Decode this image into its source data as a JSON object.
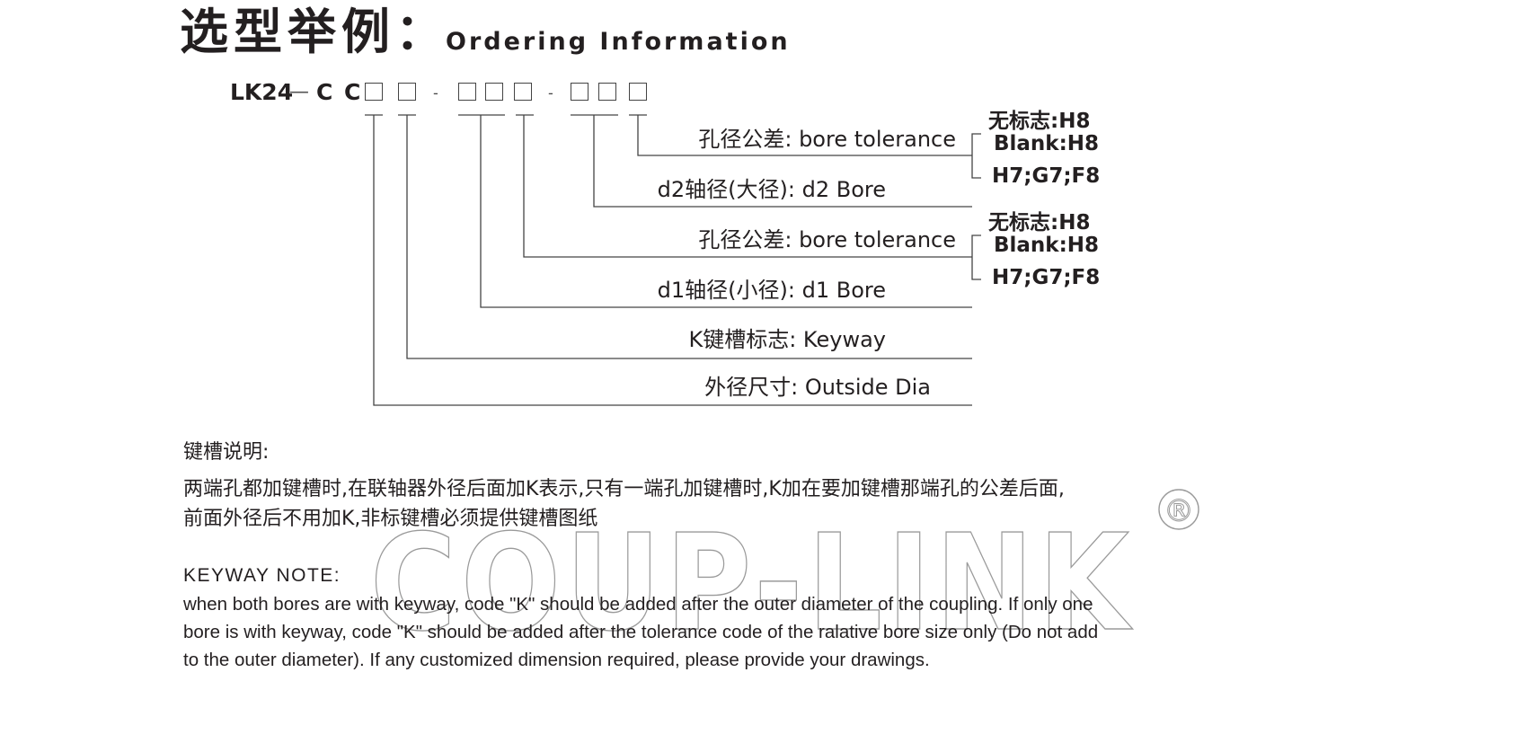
{
  "header": {
    "title_cn": "选型举例：",
    "title_en": "Ordering Information"
  },
  "model_code": {
    "prefix": "LK24",
    "separator_long": "—",
    "series": "C C",
    "separator": "-"
  },
  "fields": [
    {
      "label": "孔径公差: bore tolerance"
    },
    {
      "label": "d2轴径(大径): d2 Bore"
    },
    {
      "label": "孔径公差: bore tolerance"
    },
    {
      "label": "d1轴径(小径): d1 Bore"
    },
    {
      "label": "K键槽标志: Keyway"
    },
    {
      "label": "外径尺寸: Outside Dia"
    }
  ],
  "tolerance_options": {
    "first": [
      "无标志:H8",
      "Blank:H8",
      "H7;G7;F8"
    ],
    "second": [
      "无标志:H8",
      "Blank:H8",
      "H7;G7;F8"
    ]
  },
  "keyway_note_cn": {
    "title": "键槽说明:",
    "line1": "两端孔都加键槽时,在联轴器外径后面加K表示,只有一端孔加键槽时,K加在要加键槽那端孔的公差后面,",
    "line2": "前面外径后不用加K,非标键槽必须提供键槽图纸"
  },
  "keyway_note_en": {
    "title": "KEYWAY NOTE:",
    "line1": "when both bores are with keyway, code \"K\" should be added after the outer diameter of the coupling. If only one",
    "line2": "bore is with keyway, code \"K\" should be added after the tolerance code of the ralative bore size only (Do not add",
    "line3": "to the outer diameter). If any customized dimension required, please provide your drawings."
  },
  "watermark": {
    "text": "COUP-LINK",
    "mark": "®"
  },
  "colors": {
    "text": "#231f20",
    "lines": "#444444",
    "watermark": "#9a9a9a"
  }
}
